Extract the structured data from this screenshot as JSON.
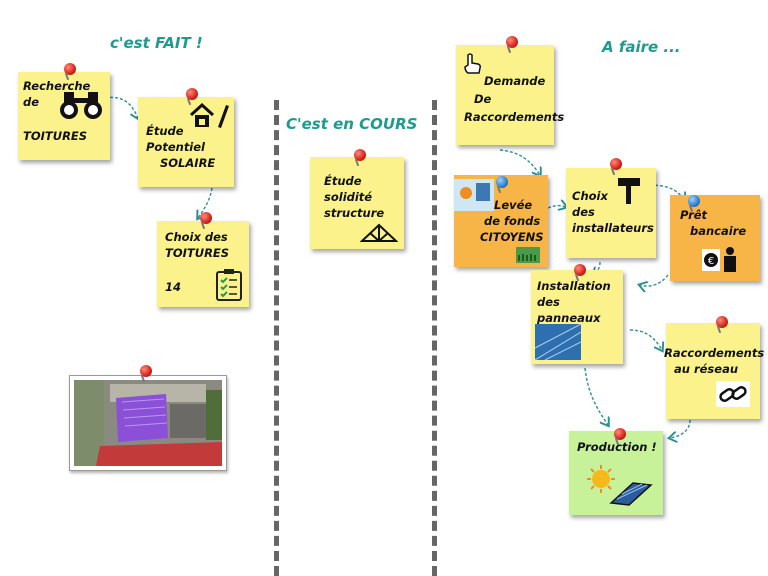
{
  "columns": {
    "done": "c'est FAIT !",
    "in_progress": "C'est en COURS",
    "todo": "A faire ..."
  },
  "notes": {
    "recherche": [
      "Recherche",
      "de",
      "TOITURES"
    ],
    "etude_potentiel": [
      "Étude",
      "Potentiel",
      "SOLAIRE"
    ],
    "choix_toitures": [
      "Choix des",
      "TOITURES",
      "14"
    ],
    "etude_solidite": [
      "Étude",
      "solidité",
      "structure"
    ],
    "demande": [
      "Demande",
      "De",
      "Raccordements"
    ],
    "levee": [
      "Levée",
      "de fonds",
      "CITOYENS"
    ],
    "choix_installateurs": [
      "Choix",
      "des",
      "installateurs"
    ],
    "pret": [
      "Prêt",
      "bancaire"
    ],
    "installation": [
      "Installation",
      "des panneaux"
    ],
    "raccordements": [
      "Raccordements",
      "au réseau"
    ],
    "production": [
      "Production !"
    ]
  },
  "colors": {
    "yellow": "#fbf28c",
    "orange": "#f7b548",
    "green": "#c8f29a",
    "title": "#1e9a8e",
    "arrow": "#2e8f94"
  },
  "icons": [
    "binoculars-icon",
    "house-pencil-icon",
    "checklist-icon",
    "roof-truss-icon",
    "pointing-hand-icon",
    "solar-panel-icon",
    "hammer-icon",
    "euro-banker-icon",
    "chain-link-icon",
    "sun-panel-icon"
  ]
}
